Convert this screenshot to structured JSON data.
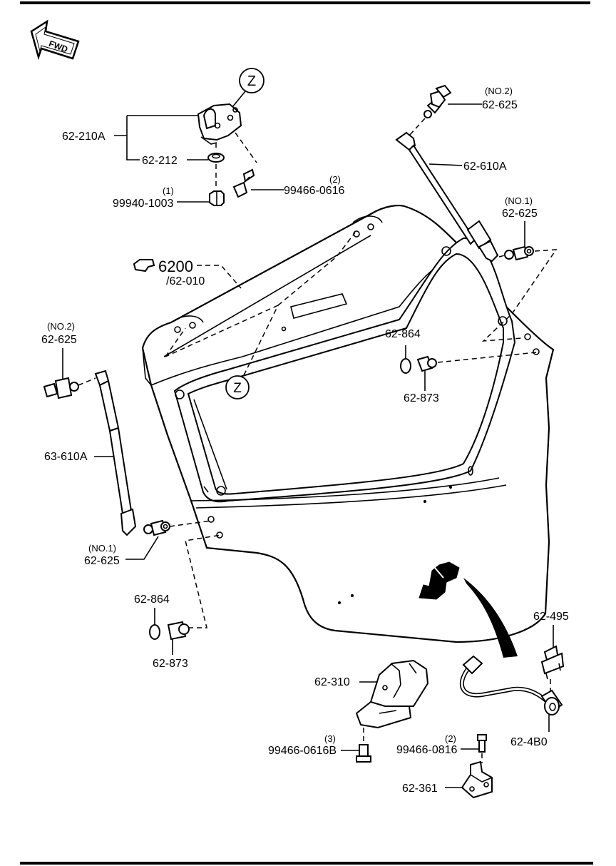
{
  "fwd_label": "FWD",
  "detail_marker": "Z",
  "parts": {
    "hinge_main": "62-210A",
    "hinge_washer": "62-212",
    "hinge_nut": "99940-1003",
    "hinge_nut_qty": "(1)",
    "hinge_bolt": "99466-0616",
    "hinge_bolt_qty": "(2)",
    "stay_ball_no2_right": "62-625",
    "stay_ball_no2_right_note": "(NO.2)",
    "stay_right": "62-610A",
    "stay_ball_no1_right": "62-625",
    "stay_ball_no1_right_note": "(NO.1)",
    "gate_ref": "6200",
    "gate_part": "/62-010",
    "stopper_right": "62-864",
    "bumper_right": "62-873",
    "stay_ball_no2_left": "62-625",
    "stay_ball_no2_left_note": "(NO.2)",
    "stay_left": "63-610A",
    "stay_ball_no1_left": "62-625",
    "stay_ball_no1_left_note": "(NO.1)",
    "stopper_left": "62-864",
    "bumper_left": "62-873",
    "clip": "62-495",
    "lock": "62-310",
    "lock_bolt": "99466-0616B",
    "lock_bolt_qty": "(3)",
    "striker_bolt": "99466-0816",
    "striker_bolt_qty": "(2)",
    "switch": "62-4B0",
    "striker": "62-361"
  }
}
